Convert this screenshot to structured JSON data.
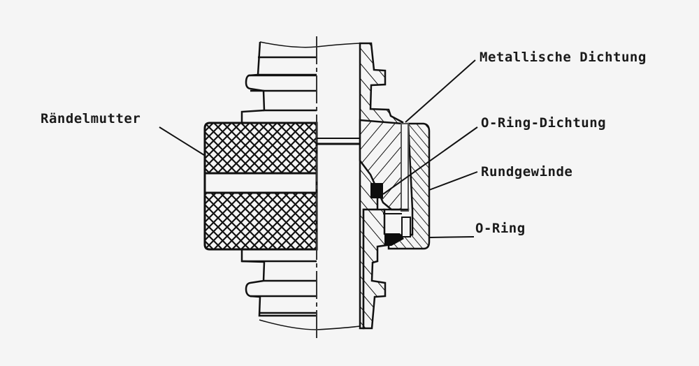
{
  "diagram": {
    "type": "technical-cross-section",
    "subject": "Steckverbinder mit Rändelmutter (Schnittdarstellung)",
    "colors": {
      "background": "#f5f5f5",
      "line": "#111111",
      "fill_black": "#0d0d0d"
    },
    "labels": {
      "raendelmutter": "Rändelmutter",
      "metallische_dichtung": "Metallische Dichtung",
      "o_ring_dichtung": "O-Ring-Dichtung",
      "rundgewinde": "Rundgewinde",
      "o_ring": "O-Ring"
    }
  }
}
